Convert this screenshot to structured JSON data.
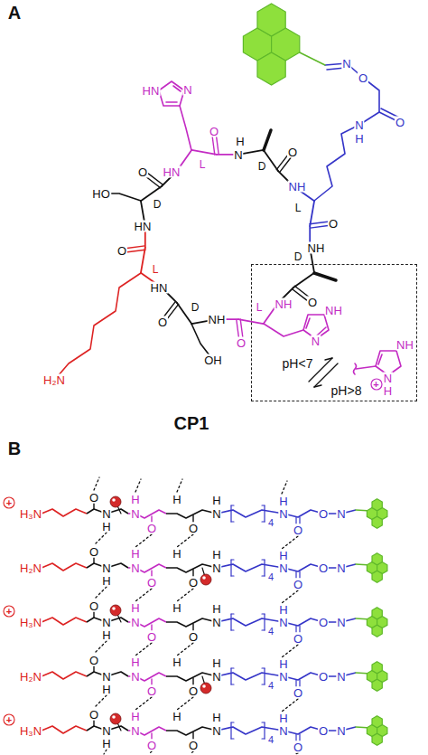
{
  "diagram": {
    "nodes": [
      {
        "text": [
          "NH",
          "N",
          "pH<7",
          "pH>8",
          "NH",
          "N",
          "+",
          "H"
        ]
      }
    ],
    "labels": [
      "A",
      "N",
      "O",
      "O",
      "N",
      "H",
      "HN",
      "N",
      "L",
      "O",
      "HN",
      "N",
      "H",
      "D",
      "O",
      "NH",
      "L",
      "O",
      "NH",
      "D",
      "O",
      "NH",
      "L",
      "O",
      "NH",
      "D",
      "O",
      "OH",
      "HN",
      "L",
      "O",
      "HN",
      "D",
      "O",
      "HO",
      "H₂N",
      "CP1",
      "B",
      "H₃N",
      "O",
      "H",
      "N",
      "H",
      "O",
      "N",
      "H",
      "O",
      "N",
      "H",
      "4",
      "H",
      "N",
      "O",
      "O",
      "N",
      "H₂N",
      "O",
      "H",
      "N",
      "H",
      "O",
      "N",
      "H",
      "O",
      "N",
      "H",
      "4",
      "H",
      "N",
      "O",
      "O",
      "N",
      "H₃N",
      "O",
      "H",
      "N",
      "H",
      "O",
      "N",
      "H",
      "O",
      "N",
      "H",
      "4",
      "H",
      "N",
      "O",
      "O",
      "N",
      "H₂N",
      "O",
      "H",
      "N",
      "H",
      "O",
      "N",
      "H",
      "O",
      "N",
      "H",
      "4",
      "H",
      "N",
      "O",
      "O",
      "N",
      "H₃N",
      "O",
      "H",
      "N",
      "H",
      "O",
      "N",
      "H",
      "O",
      "N",
      "H",
      "4",
      "H",
      "N",
      "O",
      "O",
      "N",
      "+",
      "+",
      "+"
    ]
  }
}
